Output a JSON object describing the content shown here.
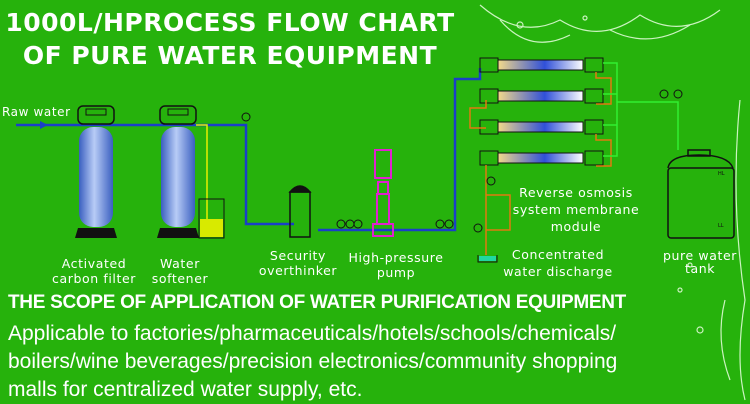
{
  "title": {
    "line1": "1000L/HPROCESS FLOW CHART",
    "line2": "OF PURE WATER EQUIPMENT"
  },
  "diagram": {
    "inlet_label": "Raw water",
    "components": [
      {
        "id": "carbon-filter",
        "label_line1": "Activated",
        "label_line2": "carbon filter"
      },
      {
        "id": "softener",
        "label_line1": "Water",
        "label_line2": "softener"
      },
      {
        "id": "security-filter",
        "label_line1": "Security",
        "label_line2": "overthinker"
      },
      {
        "id": "pump",
        "label_line1": "High-pressure",
        "label_line2": "pump"
      },
      {
        "id": "ro-module",
        "label_line1": "Reverse osmosis",
        "label_line2": "system membrane",
        "label_line3": "module"
      },
      {
        "id": "concentrate",
        "label_line1": "Concentrated",
        "label_line2": "water discharge"
      },
      {
        "id": "tank",
        "label_line1": "pure water",
        "label_line2": "tank"
      }
    ],
    "tank_markers": {
      "high": "HL",
      "low": "LL"
    },
    "colors": {
      "background": "#26b20c",
      "feed_pipe": "#1a3fc8",
      "brine_pipe": "#e07a10",
      "permeate_pipe": "#30f030",
      "pump": "#e020d0",
      "softener_brine": "#e6f000",
      "vessel_blue": "#5f86e0"
    }
  },
  "scope": {
    "title": "THE SCOPE OF APPLICATION OF WATER PURIFICATION EQUIPMENT",
    "line1": "Applicable to factories/pharmaceuticals/hotels/schools/chemicals/",
    "line2": "boilers/wine beverages/precision electronics/community shopping",
    "line3": "malls for centralized water supply, etc."
  }
}
